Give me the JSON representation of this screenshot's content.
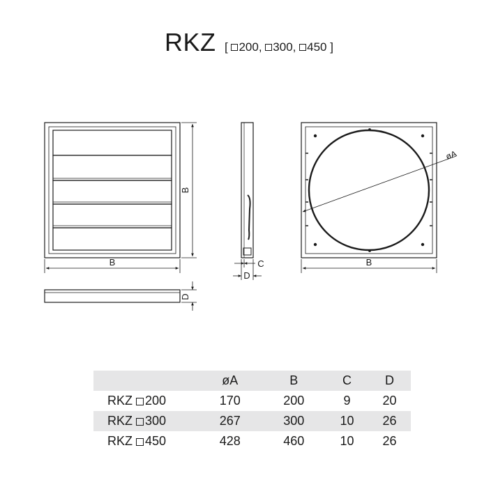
{
  "title": {
    "model": "RKZ",
    "variants_open": "[",
    "variant_1": "200,",
    "variant_2": "300,",
    "variant_3": "450",
    "variants_close": "]"
  },
  "dimension_labels": {
    "front_width": "B",
    "front_height": "B",
    "side_depth": "D",
    "side_c": "C",
    "rear_width": "B",
    "rear_diameter": "øA",
    "bottom_depth": "D"
  },
  "table": {
    "headers": [
      "",
      "øA",
      "B",
      "C",
      "D"
    ],
    "rows": [
      {
        "model": "RKZ",
        "size": "200",
        "A": "170",
        "B": "200",
        "C": "9",
        "D": "20"
      },
      {
        "model": "RKZ",
        "size": "300",
        "A": "267",
        "B": "300",
        "C": "10",
        "D": "26"
      },
      {
        "model": "RKZ",
        "size": "450",
        "A": "428",
        "B": "460",
        "C": "10",
        "D": "26"
      }
    ]
  }
}
